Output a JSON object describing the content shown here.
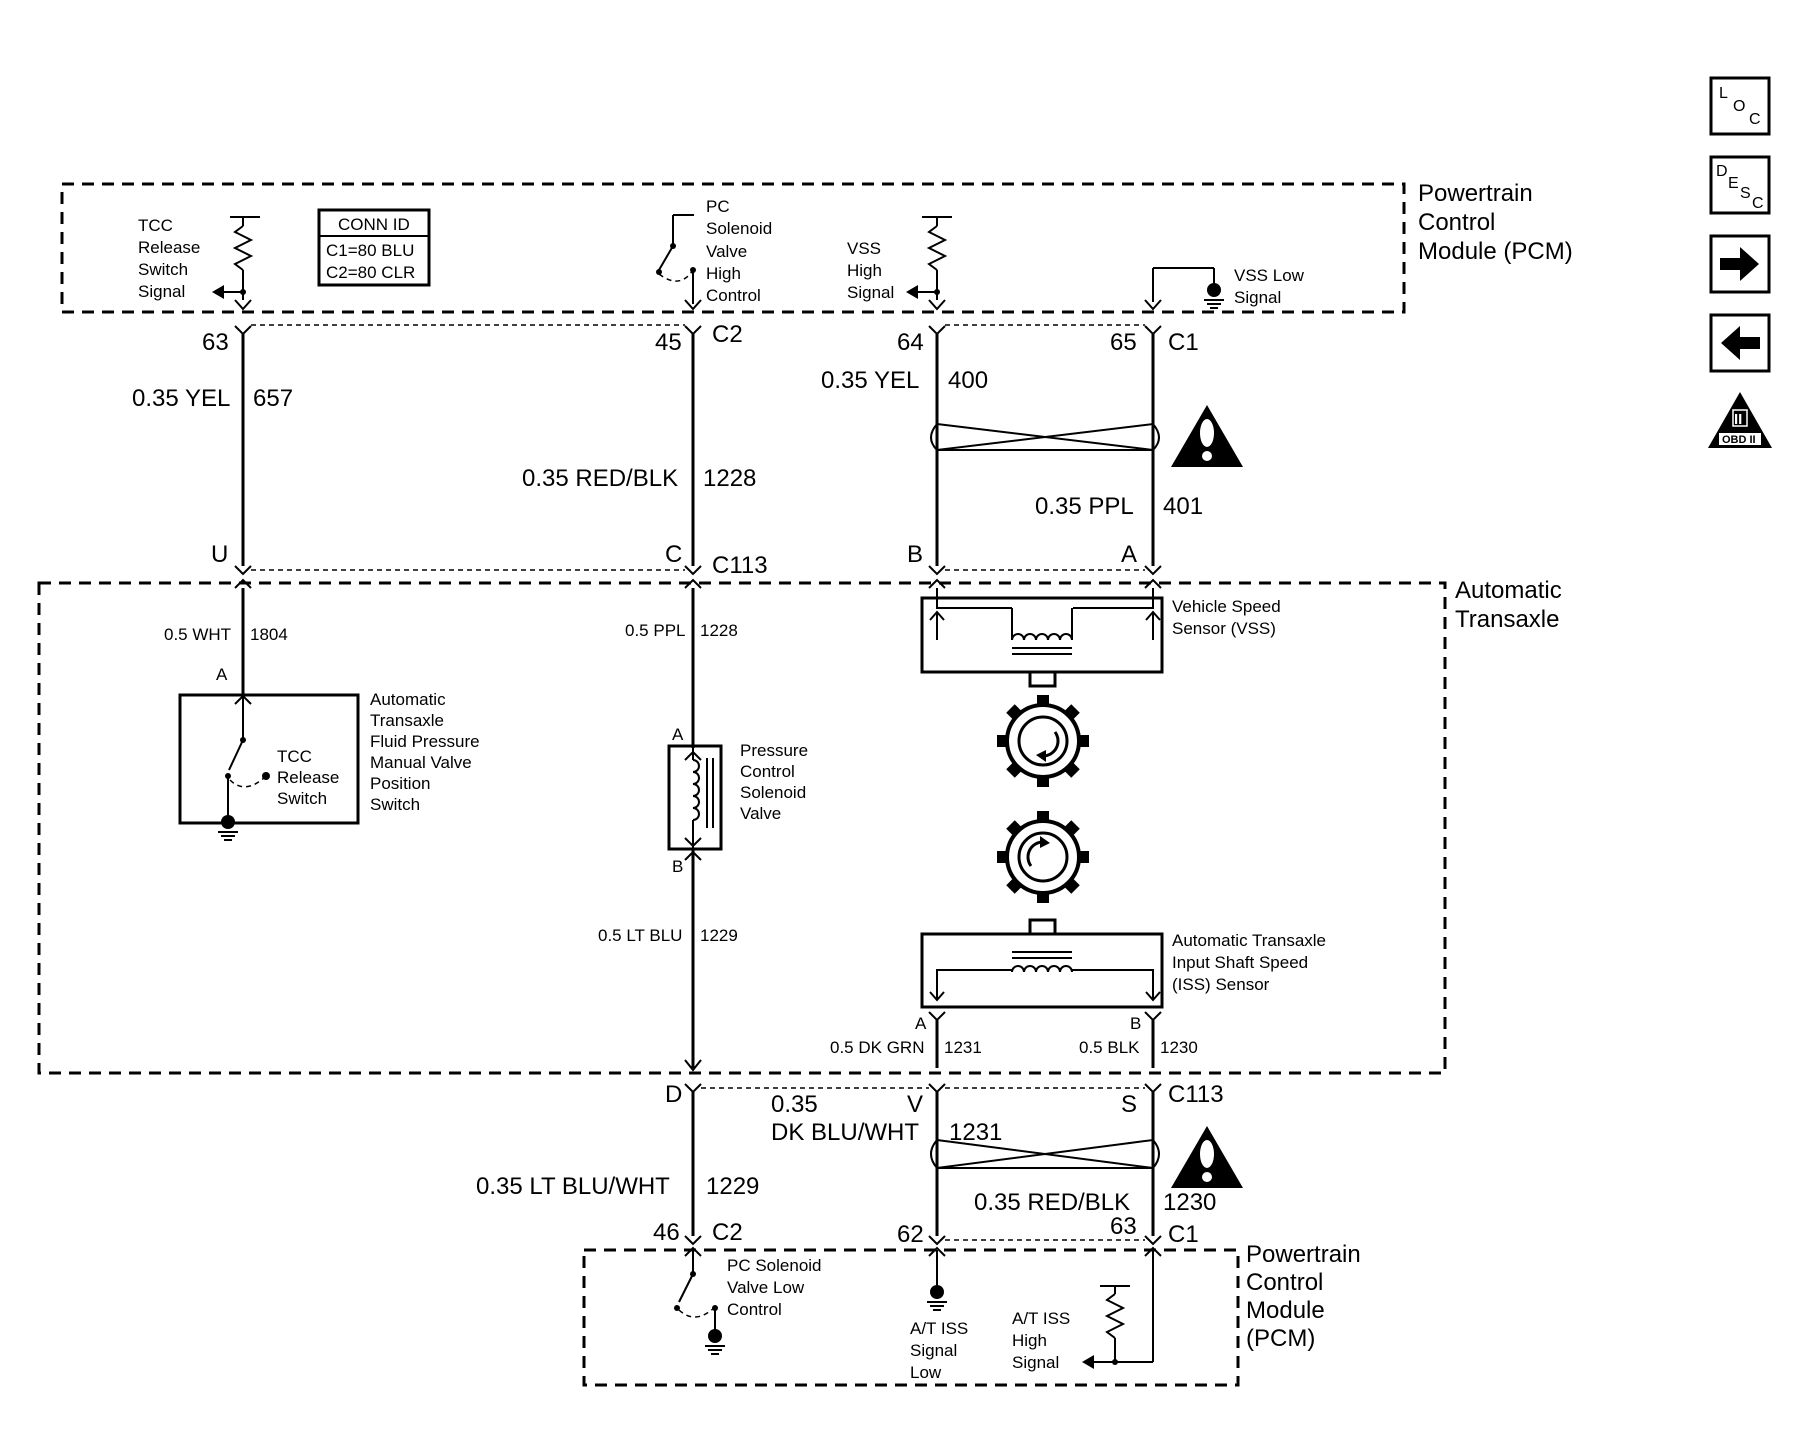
{
  "modules": {
    "pcm_top": [
      "Powertrain",
      "Control",
      "Module (PCM)"
    ],
    "transaxle": [
      "Automatic",
      "Transaxle"
    ],
    "pcm_bottom": [
      "Powertrain",
      "Control",
      "Module",
      "(PCM)"
    ]
  },
  "conn_id": {
    "title": "CONN ID",
    "c1": "C1=80 BLU",
    "c2": "C2=80 CLR"
  },
  "pcm_signals": {
    "tcc": [
      "TCC",
      "Release",
      "Switch",
      "Signal"
    ],
    "pc_high": [
      "PC",
      "Solenoid",
      "Valve",
      "High",
      "Control"
    ],
    "vss_high": [
      "VSS",
      "High",
      "Signal"
    ],
    "vss_low": [
      "VSS Low",
      "Signal"
    ],
    "pc_low": [
      "PC Solenoid",
      "Valve Low",
      "Control"
    ],
    "iss_low": [
      "A/T ISS",
      "Signal",
      "Low"
    ],
    "iss_high": [
      "A/T ISS",
      "High",
      "Signal"
    ]
  },
  "pins": {
    "p63": "63",
    "p45": "45",
    "p64": "64",
    "p65": "65",
    "c2_top": "C2",
    "c1_top": "C1",
    "U": "U",
    "C": "C",
    "B": "B",
    "A": "A",
    "c113_top": "C113",
    "D": "D",
    "V": "V",
    "S": "S",
    "c113_bot": "C113",
    "p46": "46",
    "p62": "62",
    "p63b": "63",
    "c2_bot": "C2",
    "c1_bot": "C1",
    "sw_a": "A",
    "pcs_a": "A",
    "pcs_b": "B",
    "iss_a": "A",
    "iss_b": "B"
  },
  "wires": {
    "w657": {
      "size": "0.35 YEL",
      "circuit": "657"
    },
    "w1228": {
      "size": "0.35 RED/BLK",
      "circuit": "1228"
    },
    "w400": {
      "size": "0.35 YEL",
      "circuit": "400"
    },
    "w401": {
      "size": "0.35 PPL",
      "circuit": "401"
    },
    "w1804": {
      "size": "0.5 WHT",
      "circuit": "1804"
    },
    "w1228b": {
      "size": "0.5 PPL",
      "circuit": "1228"
    },
    "w1229": {
      "size": "0.5 LT BLU",
      "circuit": "1229"
    },
    "w1231": {
      "size": "0.5 DK GRN",
      "circuit": "1231"
    },
    "w1230": {
      "size": "0.5 BLK",
      "circuit": "1230"
    },
    "w1229b": {
      "size": "0.35 LT BLU/WHT",
      "circuit": "1229"
    },
    "w1231b": {
      "size_line1": "0.35",
      "size_line2": "DK BLU/WHT",
      "circuit": "1231"
    },
    "w1230b": {
      "size": "0.35 RED/BLK",
      "circuit": "1230"
    }
  },
  "components": {
    "manual_valve": [
      "Automatic",
      "Transaxle",
      "Fluid Pressure",
      "Manual Valve",
      "Position",
      "Switch"
    ],
    "tcc_switch": [
      "TCC",
      "Release",
      "Switch"
    ],
    "pcs": [
      "Pressure",
      "Control",
      "Solenoid",
      "Valve"
    ],
    "vss": [
      "Vehicle Speed",
      "Sensor (VSS)"
    ],
    "iss": [
      "Automatic Transaxle",
      "Input Shaft Speed",
      "(ISS) Sensor"
    ]
  },
  "nav": {
    "loc": {
      "l": "L",
      "o": "O",
      "c": "C"
    },
    "desc": {
      "d": "D",
      "e": "E",
      "s": "S",
      "c": "C"
    },
    "obd_label": "OBD II",
    "obd_numeral": "II"
  },
  "icon_names": [
    "location-icon",
    "description-icon",
    "arrow-right-icon",
    "arrow-left-icon",
    "obd-ii-icon",
    "warning-icon",
    "ground-icon",
    "reluctor-wheel-icon"
  ]
}
